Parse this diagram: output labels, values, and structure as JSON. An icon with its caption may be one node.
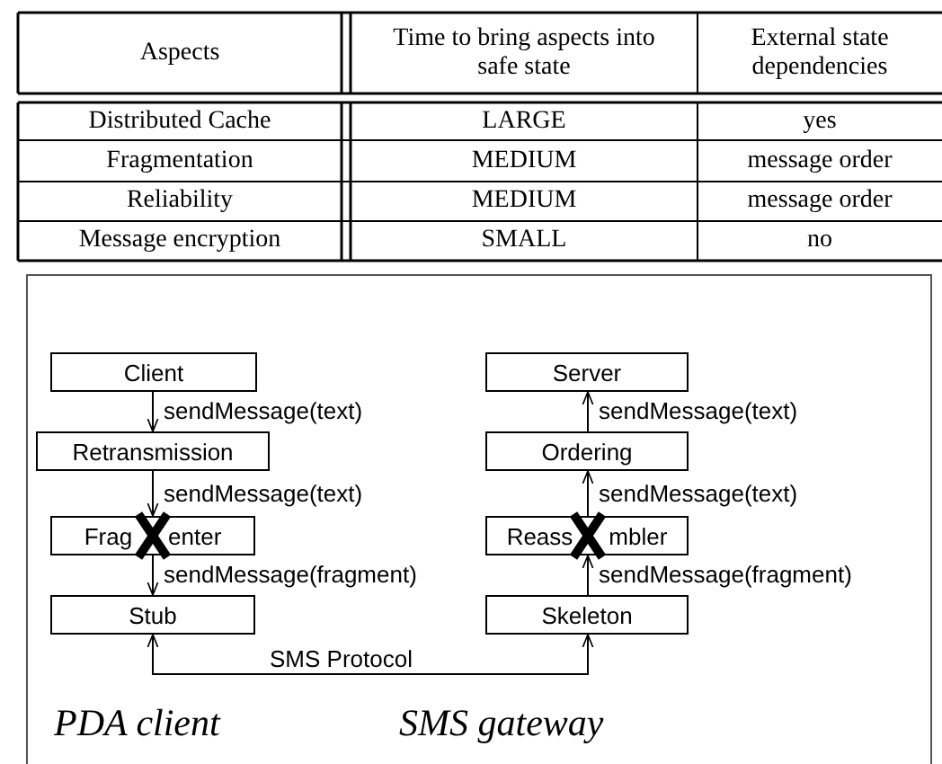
{
  "diagram": {
    "nodes": [
      {
        "text": [
          "Client"
        ]
      },
      {
        "text": [
          "Retransmission"
        ]
      },
      {
        "text": [
          "Frag",
          "enter"
        ]
      },
      {
        "text": [
          "Stub"
        ]
      },
      {
        "text": [
          "Server"
        ]
      },
      {
        "text": [
          "Ordering"
        ]
      },
      {
        "text": [
          "Reass",
          "mbler"
        ]
      },
      {
        "text": [
          "Skeleton"
        ]
      }
    ],
    "edges": [
      {
        "from": 0,
        "to": 1,
        "arrow": "to",
        "label": "sendMessage(text)"
      },
      {
        "from": 1,
        "to": 2,
        "arrow": "to",
        "label": "sendMessage(text)"
      },
      {
        "from": 2,
        "to": 3,
        "arrow": "to",
        "label": "sendMessage(fragment)"
      },
      {
        "from": 7,
        "to": 6,
        "arrow": "to",
        "label": "sendMessage(fragment)"
      },
      {
        "from": 6,
        "to": 5,
        "arrow": "to",
        "label": "sendMessage(text)"
      },
      {
        "from": 5,
        "to": 4,
        "arrow": "to",
        "label": "sendMessage(text)"
      },
      {
        "from": 3,
        "to": 7,
        "arrow": "both",
        "label": "SMS Protocol"
      }
    ],
    "labels": [
      "Aspects",
      "Time to bring aspects into safe state",
      "External state dependencies",
      "Distributed Cache",
      "LARGE",
      "yes",
      "Fragmentation",
      "MEDIUM",
      "message order",
      "Reliability",
      "MEDIUM",
      "message order",
      "Message encryption",
      "SMALL",
      "no",
      "PDA client",
      "SMS gateway"
    ]
  }
}
